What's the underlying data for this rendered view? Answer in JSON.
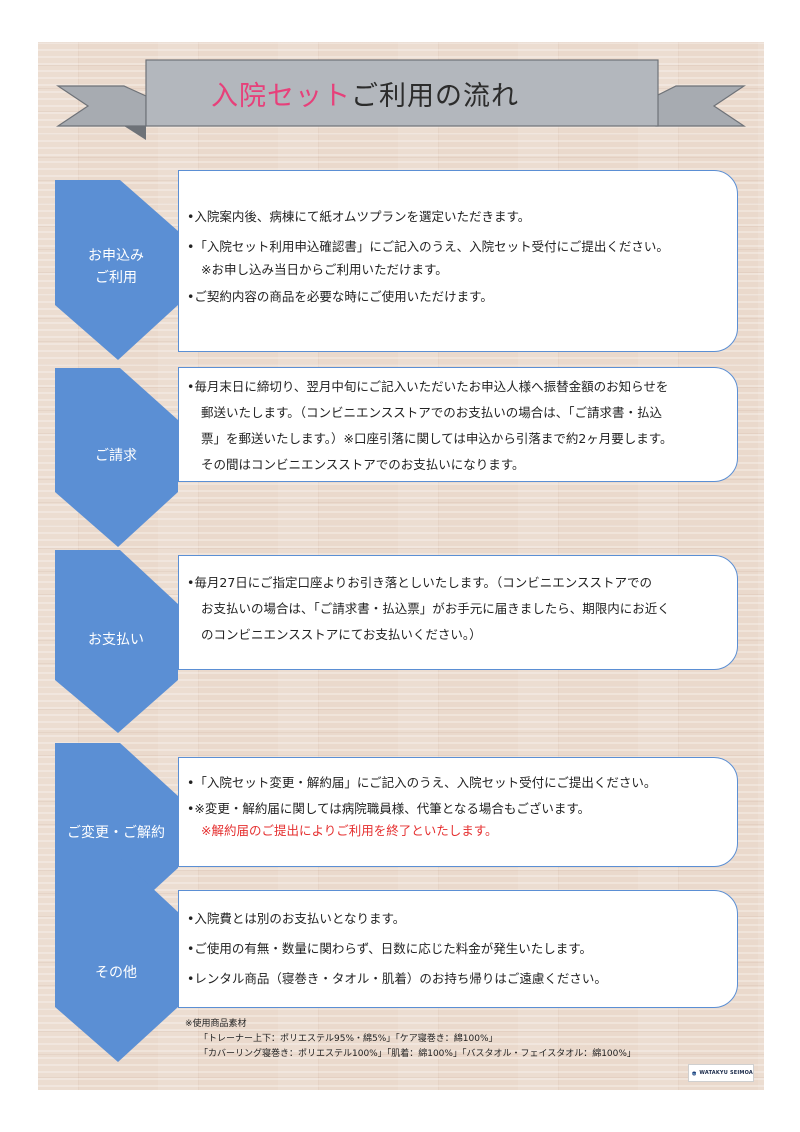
{
  "title": {
    "accent": "入院セット",
    "rest": "ご利用の流れ"
  },
  "colors": {
    "arrow": "#5b8fd4",
    "ribbon": "#a7abb1",
    "title_accent": "#e7407a",
    "warning": "#e53030"
  },
  "steps": [
    {
      "label_lines": [
        "お申込み",
        "ご利用"
      ],
      "lines": [
        "•入院案内後、病棟にて紙オムツプランを選定いただきます。",
        "•「入院セット利用申込確認書」にご記入のうえ、入院セット受付にご提出ください。",
        "※お申し込み当日からご利用いただけます。",
        "•ご契約内容の商品を必要な時にご使用いただけます。"
      ]
    },
    {
      "label_lines": [
        "ご請求"
      ],
      "lines": [
        "•毎月末日に締切り、翌月中旬にご記入いただいたお申込人様へ振替金額のお知らせを",
        "郵送いたします。（コンビニエンスストアでのお支払いの場合は、「ご請求書・払込",
        "票」を郵送いたします。）※口座引落に関しては申込から引落まで約2ヶ月要します。",
        "その間はコンビニエンスストアでのお支払いになります。"
      ]
    },
    {
      "label_lines": [
        "お支払い"
      ],
      "lines": [
        "•毎月27日にご指定口座よりお引き落としいたします。（コンビニエンスストアでの",
        "お支払いの場合は、「ご請求書・払込票」がお手元に届きましたら、期限内にお近く",
        "のコンビニエンスストアにてお支払いください。）"
      ]
    },
    {
      "label_lines": [
        "ご変更・ご解約"
      ],
      "lines": [
        "•「入院セット変更・解約届」にご記入のうえ、入院セット受付にご提出ください。",
        "•※変更・解約届に関しては病院職員様、代筆となる場合もございます。",
        "※解約届のご提出によりご利用を終了といたします。"
      ]
    },
    {
      "label_lines": [
        "その他"
      ],
      "lines": [
        "•入院費とは別のお支払いとなります。",
        "•ご使用の有無・数量に関わらず、日数に応じた料金が発生いたします。",
        "•レンタル商品（寝巻き・タオル・肌着）のお持ち帰りはご遠慮ください。"
      ]
    }
  ],
  "footnote": {
    "heading": "※使用商品素材",
    "line1": "「トレーナー上下：ポリエステル95%・綿5%」「ケア寝巻き：綿100%」",
    "line2": "「カバーリング寝巻き：ポリエステル100%」「肌着：綿100%」「バスタオル・フェイスタオル：綿100%」"
  },
  "logo": {
    "text": "WATAKYU SEIMOA",
    "icon": "wave-logo-icon"
  }
}
